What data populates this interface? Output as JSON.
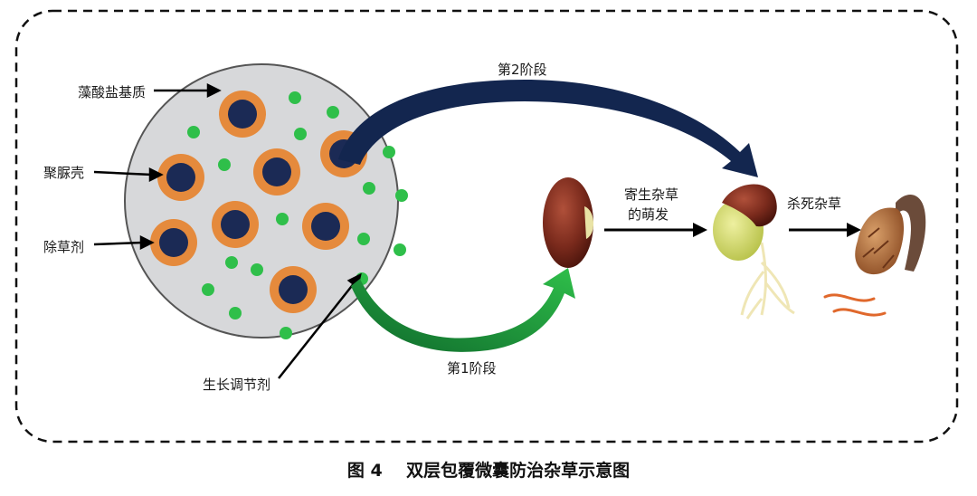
{
  "labels": {
    "matrix": "藻酸盐基质",
    "shell": "聚脲壳",
    "herbicide": "除草剂",
    "regulator": "生长调节剂",
    "stage2": "第2阶段",
    "stage1": "第1阶段",
    "germination_line1": "寄生杂草",
    "germination_line2": "的萌发",
    "kill": "杀死杂草"
  },
  "caption": "图 4    双层包覆微囊防治杂草示意图",
  "colors": {
    "matrix": "#d7d8da",
    "capsule_core": "#1b2a55",
    "capsule_shell": "#e58a3c",
    "regulator": "#2fbf4a",
    "arrow_stage2": "#13264f",
    "arrow_stage1": "#1f9a3e",
    "seed": "#7a2a1c"
  }
}
